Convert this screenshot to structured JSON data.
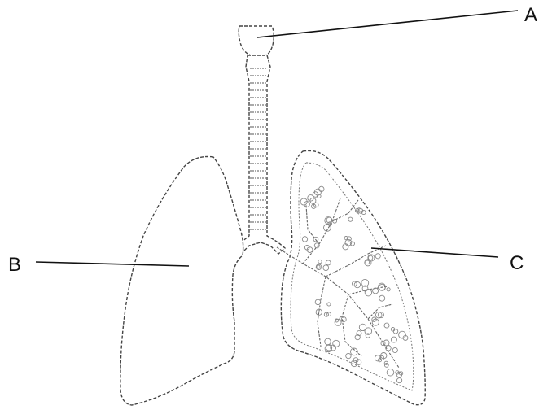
{
  "labels": {
    "a": "A",
    "b": "B",
    "c": "C"
  },
  "colors": {
    "line": "#111111",
    "outline": "#444444",
    "detail": "#888888",
    "background": "#ffffff"
  }
}
